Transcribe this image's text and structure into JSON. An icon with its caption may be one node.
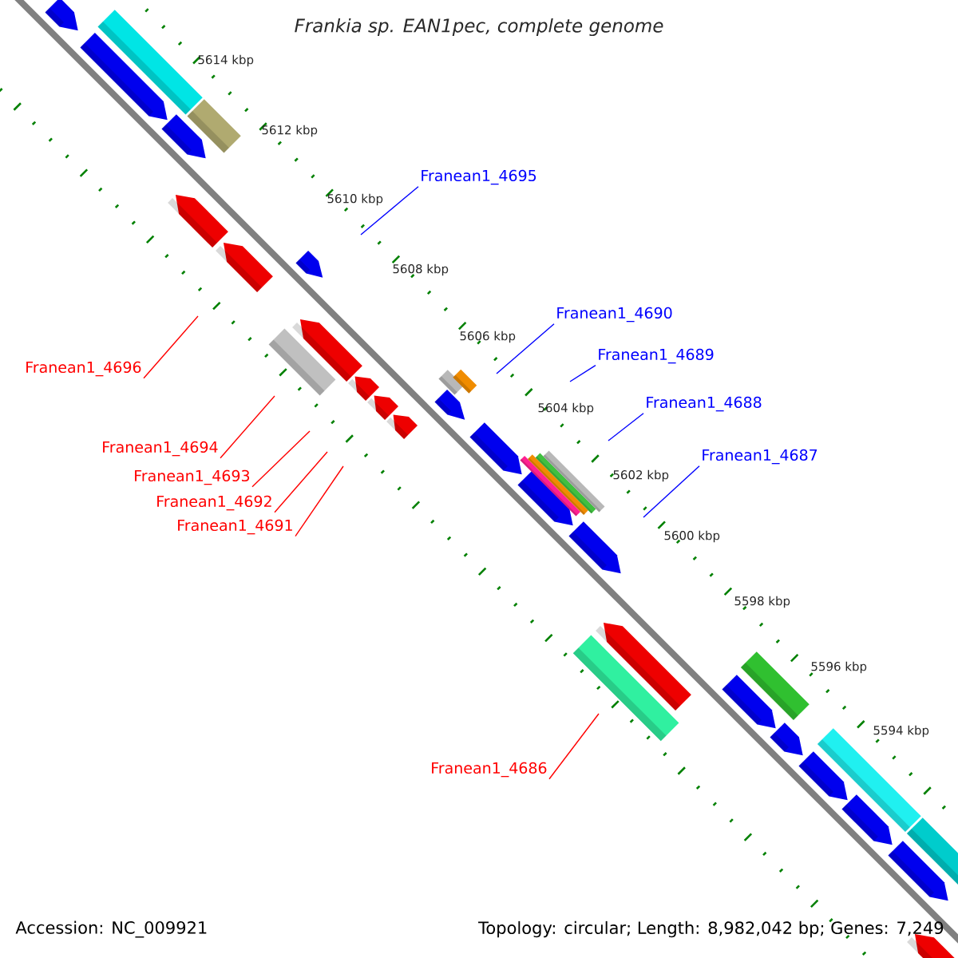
{
  "diagram": {
    "title": "Frankia sp. EAN1pec, complete genome",
    "nodes": [
      {
        "text": [
          "Franean1_4695"
        ]
      },
      {
        "text": [
          "Franean1_4690"
        ]
      },
      {
        "text": [
          "Franean1_4689"
        ]
      },
      {
        "text": [
          "Franean1_4688"
        ]
      },
      {
        "text": [
          "Franean1_4687"
        ]
      },
      {
        "text": [
          "Franean1_4696"
        ]
      },
      {
        "text": [
          "Franean1_4694"
        ]
      },
      {
        "text": [
          "Franean1_4693"
        ]
      },
      {
        "text": [
          "Franean1_4692"
        ]
      },
      {
        "text": [
          "Franean1_4691"
        ]
      },
      {
        "text": [
          "Franean1_4686"
        ]
      }
    ],
    "edges": [
      {
        "from": 0,
        "to": null,
        "arrow": "none",
        "color": "#0000ff"
      },
      {
        "from": 1,
        "to": null,
        "arrow": "none",
        "color": "#0000ff"
      },
      {
        "from": 2,
        "to": null,
        "arrow": "none",
        "color": "#0000ff"
      },
      {
        "from": 3,
        "to": null,
        "arrow": "none",
        "color": "#0000ff"
      },
      {
        "from": 4,
        "to": null,
        "arrow": "none",
        "color": "#0000ff"
      },
      {
        "from": 5,
        "to": null,
        "arrow": "none"
      },
      {
        "from": 6,
        "to": null,
        "arrow": "none"
      },
      {
        "from": 7,
        "to": null,
        "arrow": "none"
      },
      {
        "from": 8,
        "to": null,
        "arrow": "none"
      },
      {
        "from": 9,
        "to": null,
        "arrow": "none"
      },
      {
        "from": 10,
        "to": null,
        "arrow": "none"
      }
    ],
    "labels": [
      "5614 kbp",
      "5612 kbp",
      "5610 kbp",
      "5608 kbp",
      "5606 kbp",
      "5604 kbp",
      "5602 kbp",
      "5600 kbp",
      "5598 kbp",
      "5596 kbp",
      "5594 kbp",
      "Accession: NC_009921",
      "Topology: circular; Length: 8,982,042 bp; Genes: 7,249"
    ]
  }
}
